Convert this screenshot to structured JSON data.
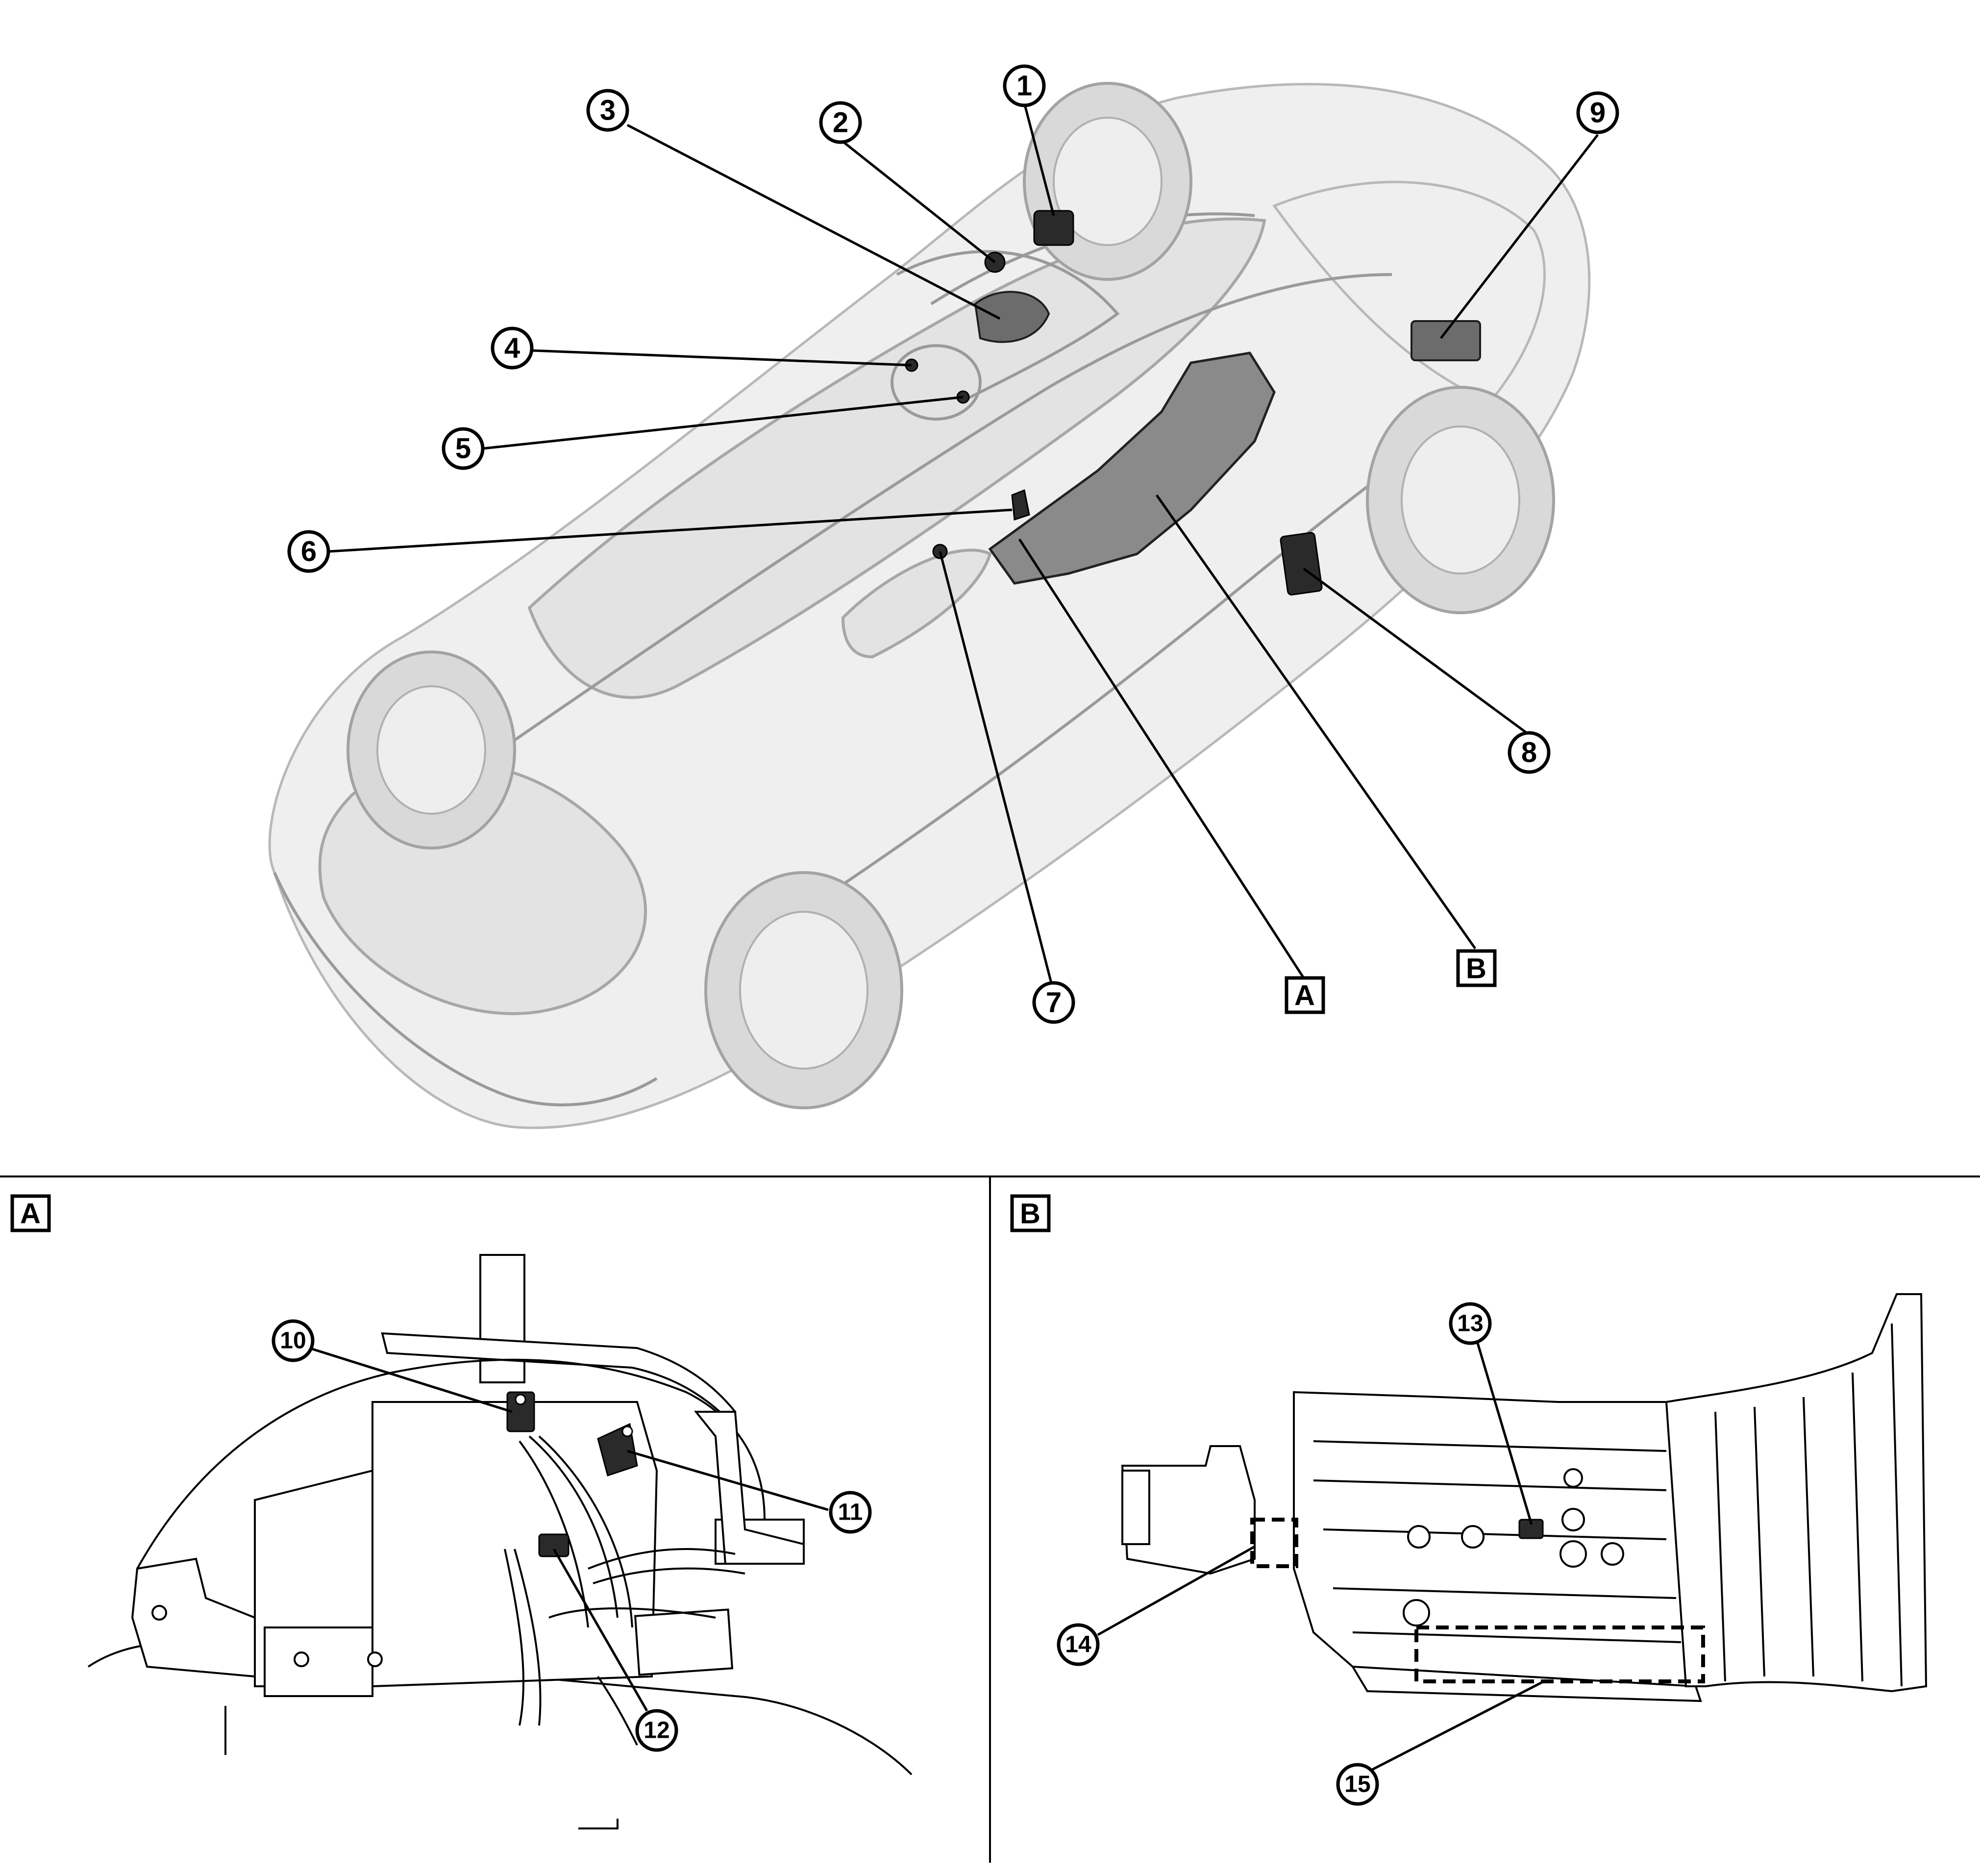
{
  "callouts": {
    "c1": "1",
    "c2": "2",
    "c3": "3",
    "c4": "4",
    "c5": "5",
    "c6": "6",
    "c7": "7",
    "c8": "8",
    "c9": "9",
    "c10": "10",
    "c11": "11",
    "c12": "12",
    "c13": "13",
    "c14": "14",
    "c15": "15"
  },
  "view_labels": {
    "main_a": "A",
    "main_b": "B",
    "panel_a": "A",
    "panel_b": "B"
  },
  "colors": {
    "line": "#000000",
    "car_body": "#e3e3e3",
    "component": "#2a2a2a"
  }
}
